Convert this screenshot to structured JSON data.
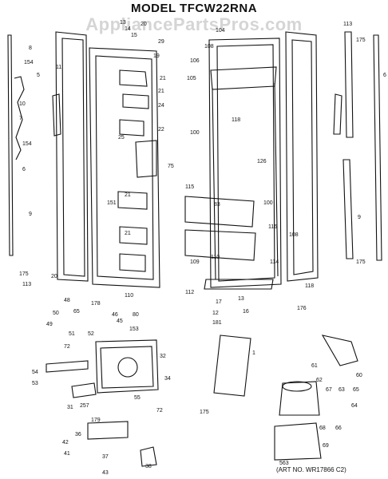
{
  "title": "MODEL TFCW22RNA",
  "watermark": "AppliancePartsPros.com",
  "art_number": "(ART NO. WR17866 C2)",
  "callouts": [
    "113",
    "15",
    "14",
    "13",
    "20",
    "29",
    "175",
    "8",
    "19",
    "106",
    "104",
    "108",
    "105",
    "6",
    "154",
    "5",
    "11",
    "10",
    "7",
    "154",
    "21",
    "24",
    "118",
    "21",
    "25",
    "22",
    "100",
    "126",
    "75",
    "6",
    "151",
    "21",
    "21",
    "115",
    "83",
    "100",
    "9",
    "116",
    "108",
    "110",
    "109",
    "114",
    "175",
    "9",
    "175",
    "113",
    "20",
    "112",
    "118",
    "48",
    "178",
    "110",
    "65",
    "80",
    "17",
    "13",
    "12",
    "16",
    "176",
    "181",
    "49",
    "50",
    "45",
    "46",
    "153",
    "51",
    "52",
    "72",
    "32",
    "31",
    "54",
    "53",
    "34",
    "55",
    "72",
    "175",
    "257",
    "179",
    "36",
    "42",
    "41",
    "37",
    "43",
    "38",
    "1",
    "61",
    "62",
    "67",
    "63",
    "65",
    "60",
    "64",
    "68",
    "66",
    "69",
    "563"
  ]
}
